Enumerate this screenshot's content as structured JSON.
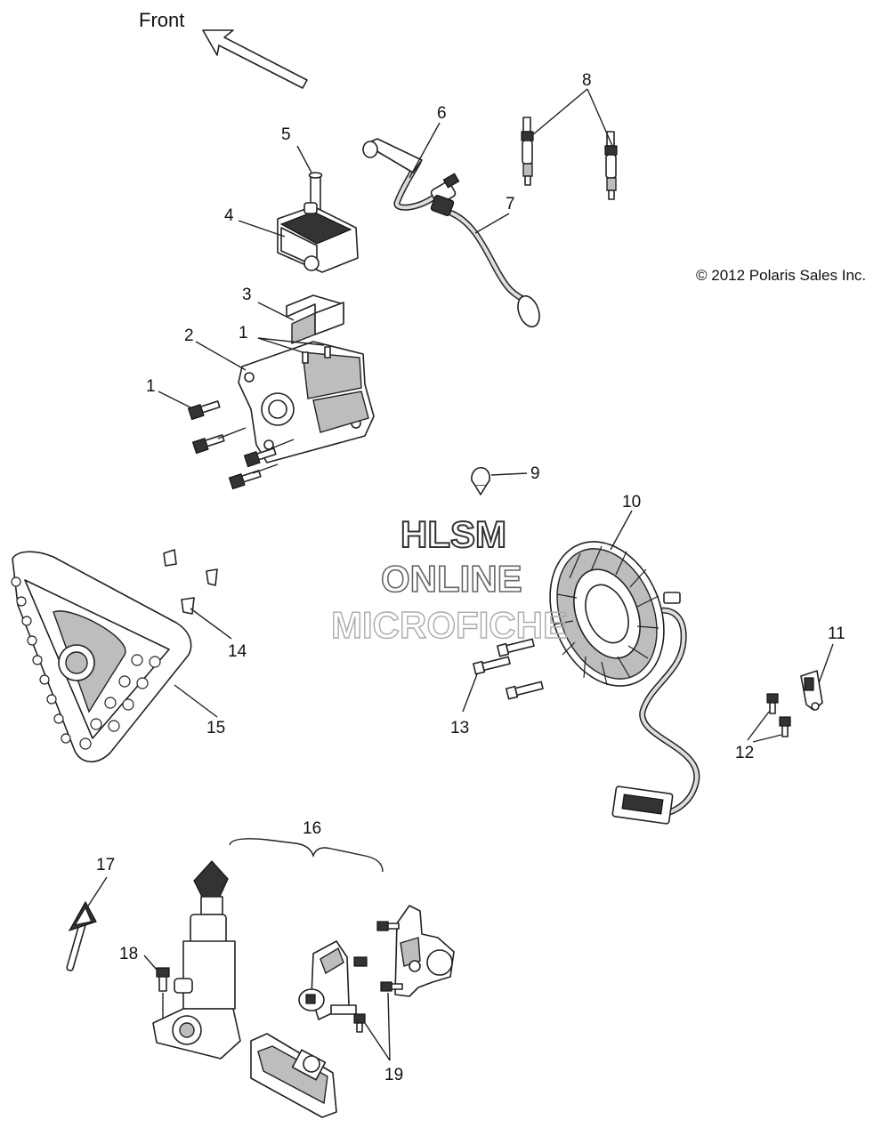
{
  "diagram": {
    "front_label": "Front",
    "copyright": "© 2012 Polaris Sales Inc.",
    "watermark": [
      "HLSM",
      "ONLINE",
      "MICROFICHE"
    ],
    "callouts": [
      "1",
      "1",
      "1",
      "2",
      "3",
      "4",
      "5",
      "6",
      "7",
      "8",
      "9",
      "10",
      "11",
      "12",
      "13",
      "14",
      "15",
      "16",
      "17",
      "18",
      "19"
    ],
    "colors": {
      "line": "#222222",
      "background": "#ffffff",
      "watermark": "#333333"
    }
  }
}
